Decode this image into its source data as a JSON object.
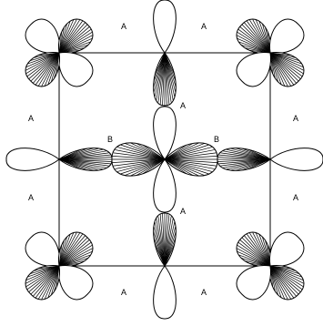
{
  "diagram": {
    "colors": {
      "line": "#000000",
      "background": "#ffffff",
      "shaded_lobe": "#000000",
      "unshaded_lobe": "#ffffff"
    },
    "labels": [
      {
        "id": "A-top-left",
        "text": "A"
      },
      {
        "id": "A-top-right",
        "text": "A"
      },
      {
        "id": "A-center-upper",
        "text": "A"
      },
      {
        "id": "A-left-upper",
        "text": "A"
      },
      {
        "id": "A-right-upper",
        "text": "A"
      },
      {
        "id": "B-left",
        "text": "B"
      },
      {
        "id": "B-right",
        "text": "B"
      },
      {
        "id": "A-left-lower",
        "text": "A"
      },
      {
        "id": "A-right-lower",
        "text": "A"
      },
      {
        "id": "A-center-lower",
        "text": "A"
      },
      {
        "id": "A-bottom-left",
        "text": "A"
      },
      {
        "id": "A-bottom-right",
        "text": "A"
      }
    ]
  }
}
